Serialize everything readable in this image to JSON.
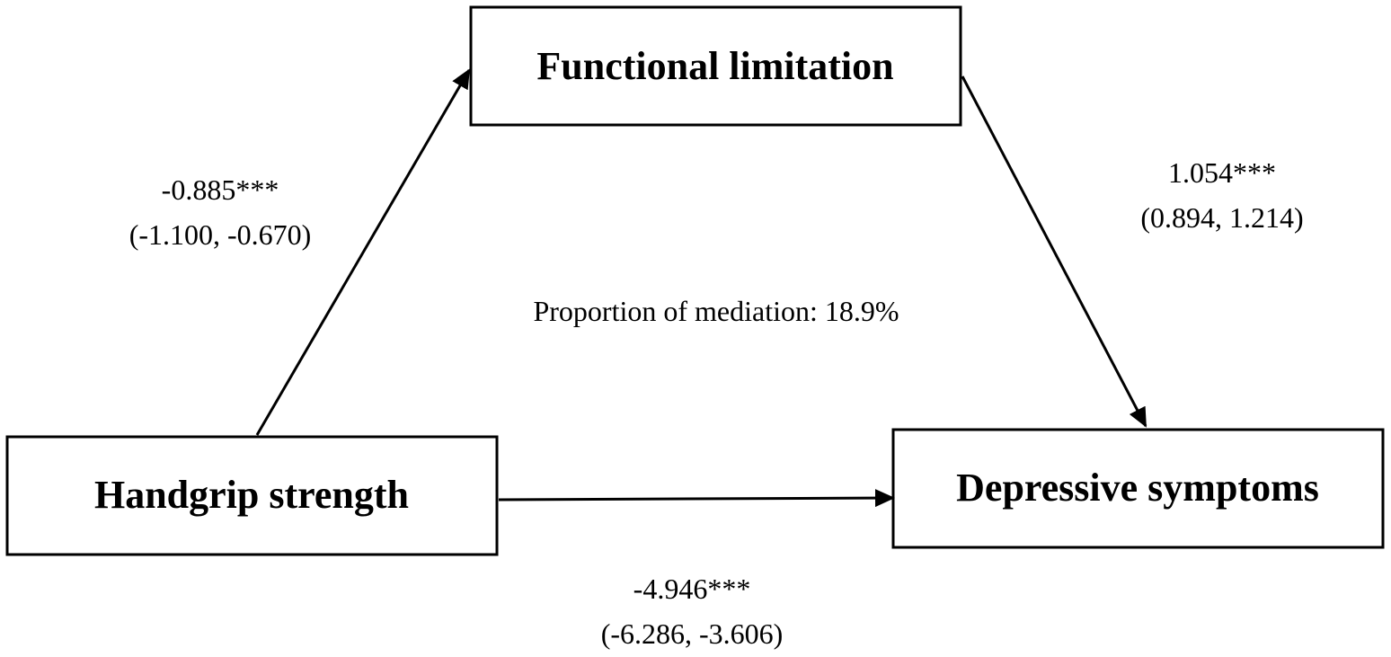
{
  "diagram": {
    "nodes": {
      "mediator": {
        "label": "Functional limitation"
      },
      "exposure": {
        "label": "Handgrip strength"
      },
      "outcome": {
        "label": "Depressive symptoms"
      }
    },
    "paths": {
      "a": {
        "estimate": "-0.885***",
        "ci": "(-1.100, -0.670)"
      },
      "b": {
        "estimate": "1.054***",
        "ci": "(0.894, 1.214)"
      },
      "c": {
        "estimate": "-4.946***",
        "ci": "(-6.286, -3.606)"
      }
    },
    "mediation": {
      "text": "Proportion of mediation: 18.9%"
    },
    "colors": {
      "stroke": "#000000",
      "background": "#ffffff"
    }
  }
}
